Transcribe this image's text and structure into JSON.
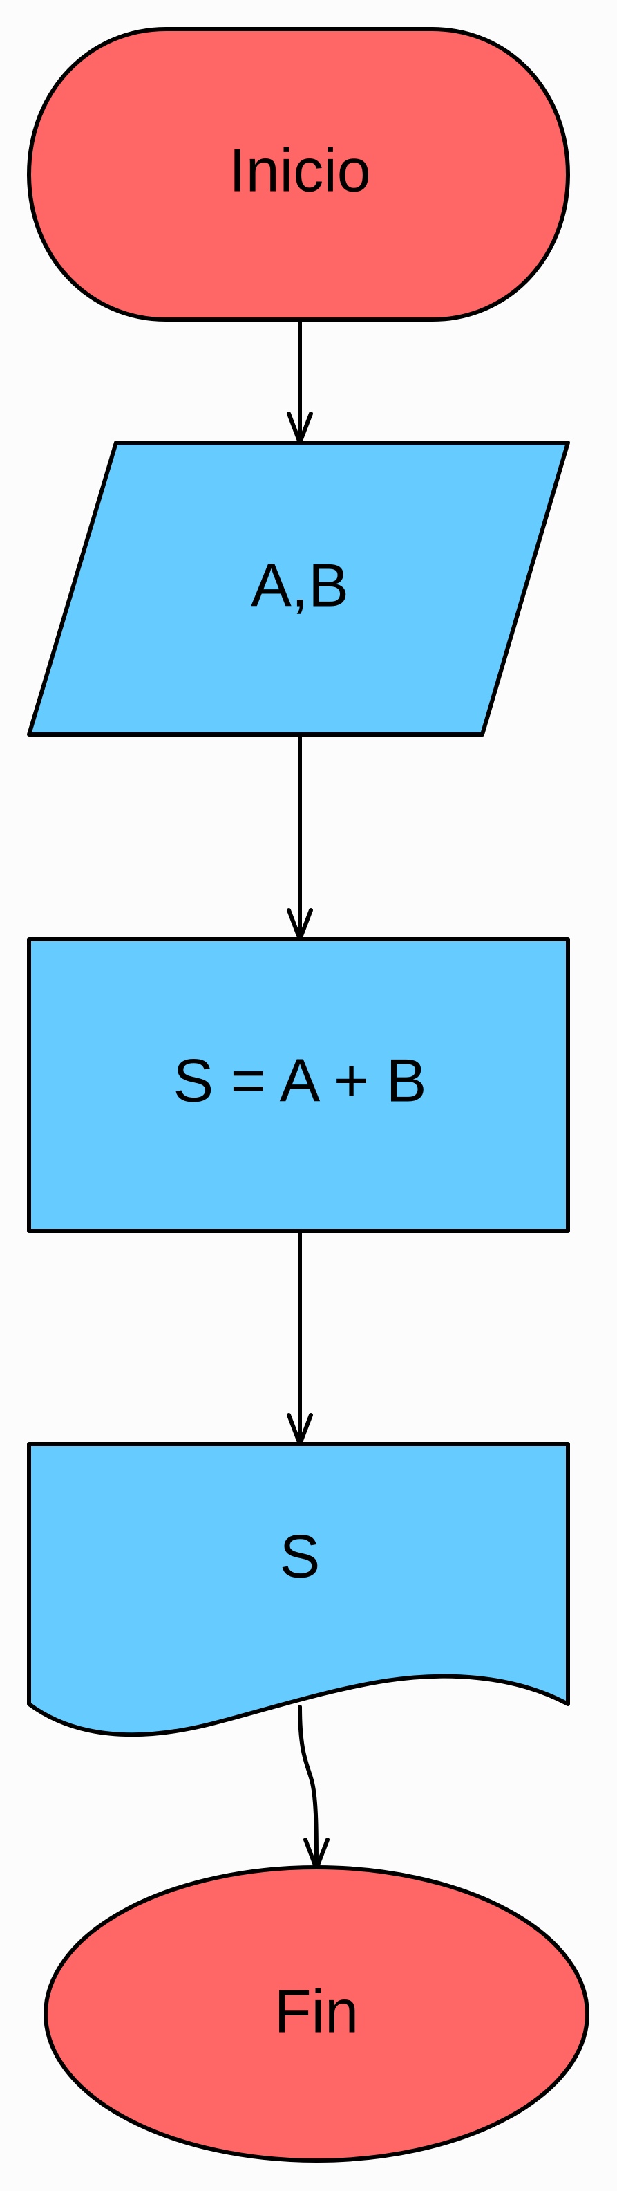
{
  "colors": {
    "terminal_fill": "#ff6666",
    "process_fill": "#66ccff",
    "stroke": "#000000",
    "background": "#fcfcfc"
  },
  "nodes": {
    "start": {
      "label": "Inicio",
      "shape": "rounded-terminal"
    },
    "input": {
      "label": "A,B",
      "shape": "parallelogram"
    },
    "process": {
      "label": "S = A + B",
      "shape": "rectangle"
    },
    "output": {
      "label": "S",
      "shape": "document"
    },
    "end": {
      "label": "Fin",
      "shape": "ellipse"
    }
  },
  "edges": [
    {
      "from": "start",
      "to": "input"
    },
    {
      "from": "input",
      "to": "process"
    },
    {
      "from": "process",
      "to": "output"
    },
    {
      "from": "output",
      "to": "end"
    }
  ]
}
